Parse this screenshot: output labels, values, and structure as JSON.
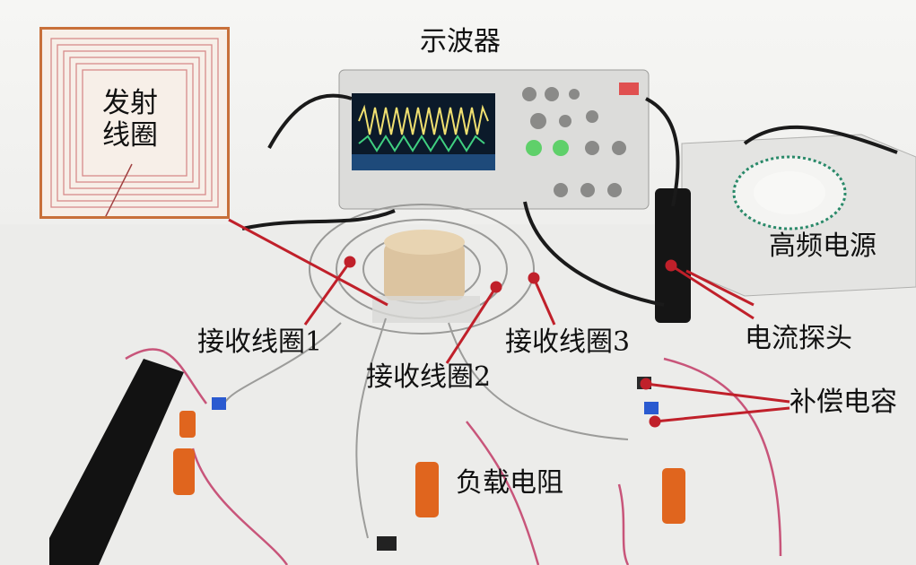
{
  "labels": {
    "oscilloscope": "示波器",
    "transmitter_coil": "发射线圈",
    "hf_power": "高频电源",
    "receiver_coil_1": "接收线圈1",
    "receiver_coil_2": "接收线圈2",
    "receiver_coil_3": "接收线圈3",
    "current_probe": "电流探头",
    "compensation_cap": "补偿电容",
    "load_resistor": "负载电阻"
  },
  "colors": {
    "leader_line": "#c0202a",
    "coil_frame": "#c8703a",
    "wire_pink": "#c8557a"
  }
}
